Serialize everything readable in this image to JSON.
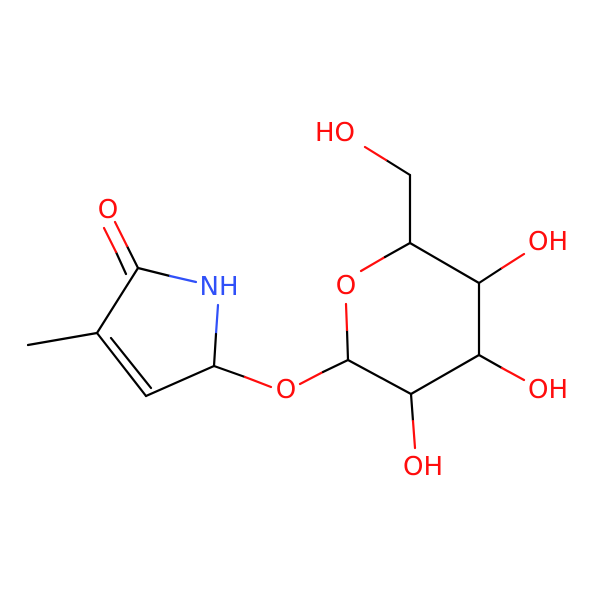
{
  "colors": {
    "carbon": "#000000",
    "oxygen": "#ff0d0d",
    "nitrogen": "#3050f8",
    "background": "#ffffff"
  },
  "atoms": {
    "o_carbonyl": "O",
    "nh": "NH",
    "o_glycosidic": "O",
    "o_ring": "O",
    "oh_ch2": "HO",
    "oh_c4": "OH",
    "oh_c3": "OH",
    "oh_c2": "OH"
  }
}
